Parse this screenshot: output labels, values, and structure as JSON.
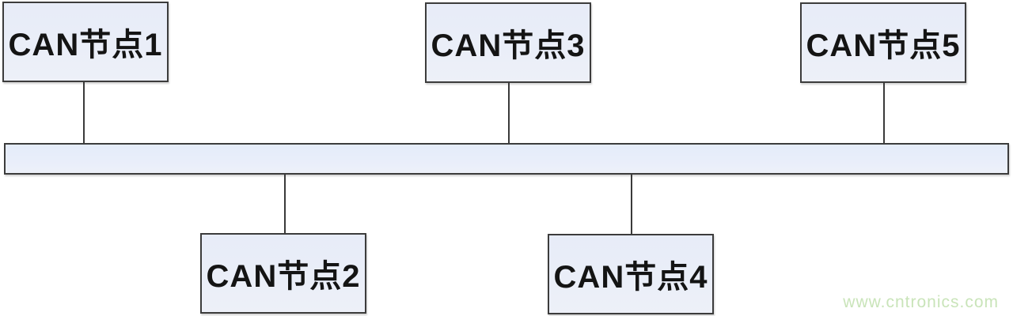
{
  "diagram": {
    "type": "bus-topology",
    "description": "CAN bus network topology with five nodes attached to one shared bus bar",
    "nodes": [
      {
        "id": "can-node-1",
        "label": "CAN节点1",
        "row": "top"
      },
      {
        "id": "can-node-2",
        "label": "CAN节点2",
        "row": "bottom"
      },
      {
        "id": "can-node-3",
        "label": "CAN节点3",
        "row": "top"
      },
      {
        "id": "can-node-4",
        "label": "CAN节点4",
        "row": "bottom"
      },
      {
        "id": "can-node-5",
        "label": "CAN节点5",
        "row": "top"
      }
    ],
    "bus": {
      "name": "can-bus-bar",
      "connections": [
        "can-node-1",
        "can-node-2",
        "can-node-3",
        "can-node-4",
        "can-node-5"
      ]
    },
    "colors": {
      "node_fill": "#e9edf8",
      "bus_fill": "#e8eefa",
      "border": "#3c3c3c",
      "label_text": "#141414",
      "watermark_text": "#c9e4b9",
      "background": "#ffffff"
    }
  },
  "watermark": {
    "text": "www.cntronics.com"
  }
}
